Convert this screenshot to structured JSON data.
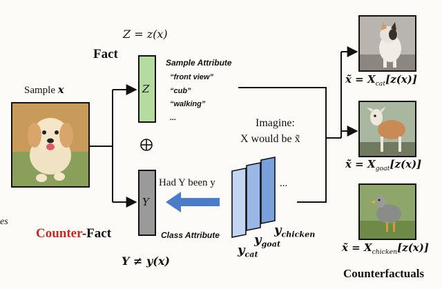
{
  "equations": {
    "z_def": "Z = z(x)",
    "y_neq": "Y ≠ y(x)"
  },
  "labels": {
    "fact": "Fact",
    "counter": "Counter",
    "fact_suffix": "-Fact",
    "sample_prefix": "Sample",
    "sample_var": "x",
    "cut_left": "es",
    "sample_attribute": "Sample Attribute",
    "class_attribute": "Class Attribute",
    "had_y": "Had Y been y",
    "imagine_line1": "Imagine:",
    "imagine_line2": "X would be x̃",
    "counterfactuals": "Counterfactuals",
    "ellipsis": "...",
    "oplus": "⊕",
    "z_box": "Z",
    "y_box": "Y"
  },
  "attributes": [
    "“front view”",
    "“cub”",
    "“walking”",
    "..."
  ],
  "class_labels": {
    "cat": "y_cat",
    "goat": "y_goat",
    "chicken": "y_chicken"
  },
  "outputs": [
    {
      "name": "cat",
      "formula_pre": "x̃ = X",
      "sub": "cat",
      "formula_post": "[z(x)]"
    },
    {
      "name": "goat",
      "formula_pre": "x̃ = X",
      "sub": "goat",
      "formula_post": "[z(x)]"
    },
    {
      "name": "chicken",
      "formula_pre": "x̃ = X",
      "sub": "chicken",
      "formula_post": "[z(x)]"
    }
  ],
  "colors": {
    "z_box_fill": "#b6dba1",
    "y_box_fill": "#9a9a9a",
    "arrow_blue": "#4a7cc9",
    "counter_red": "#c62b22",
    "decoder_fill": "#aac4ec",
    "decoder_fill_dark": "#7aa0dc"
  }
}
